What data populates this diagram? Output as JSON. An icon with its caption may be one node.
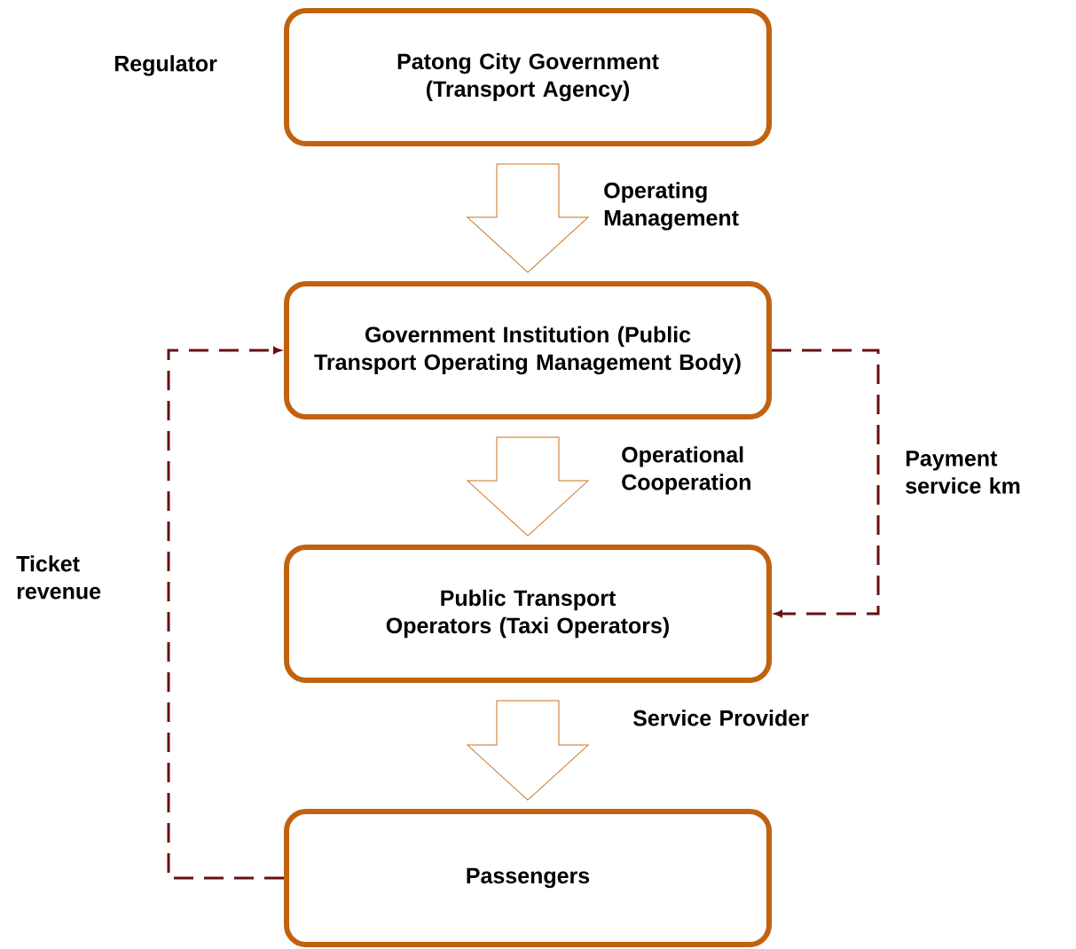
{
  "diagram": {
    "nodes": [
      {
        "text": [
          "Patong City Government (Transport Agency)"
        ],
        "beside": [
          "Regulator"
        ]
      },
      {
        "text": [
          "Government Institution (Public Transport  Operating Management Body)"
        ]
      },
      {
        "text": [
          "Public Transport Operators (Taxi Operators)"
        ]
      },
      {
        "text": [
          "Passengers"
        ]
      }
    ],
    "edges": [
      {
        "from": 0,
        "to": 1,
        "arrow": "to",
        "label": "Operating Management"
      },
      {
        "from": 1,
        "to": 2,
        "arrow": "to",
        "label": "Operational Cooperation"
      },
      {
        "from": 2,
        "to": 3,
        "arrow": "to",
        "label": "Service Provider"
      },
      {
        "from": 3,
        "to": 1,
        "arrow": "to",
        "label": "Ticket revenue",
        "style": "dashed",
        "color": "#6b0f0f"
      },
      {
        "from": 1,
        "to": 2,
        "arrow": "to",
        "label": "Payment service km",
        "style": "dashed",
        "color": "#6b0f0f"
      }
    ]
  }
}
